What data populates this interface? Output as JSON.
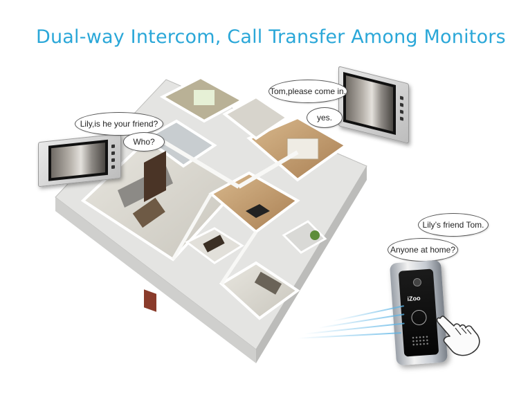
{
  "title": "Dual-way Intercom, Call Transfer Among Monitors",
  "bubbles": {
    "lily_friend": "Lily,is he your friend?",
    "who": "Who?",
    "tom_come_in": "Tom,please come in.",
    "yes": "yes.",
    "lilys_friend_tom": "Lily’s friend Tom.",
    "anyone_home": "Anyone at home?"
  },
  "doorbell_logo": "iZoo",
  "colors": {
    "title": "#2aa7d8",
    "floor_wood": "#c8a77e",
    "wall": "#f4f4f2",
    "bubble_border": "#555555"
  },
  "icons": [
    "hand-pointer-icon",
    "bell-icon",
    "camera-icon"
  ]
}
